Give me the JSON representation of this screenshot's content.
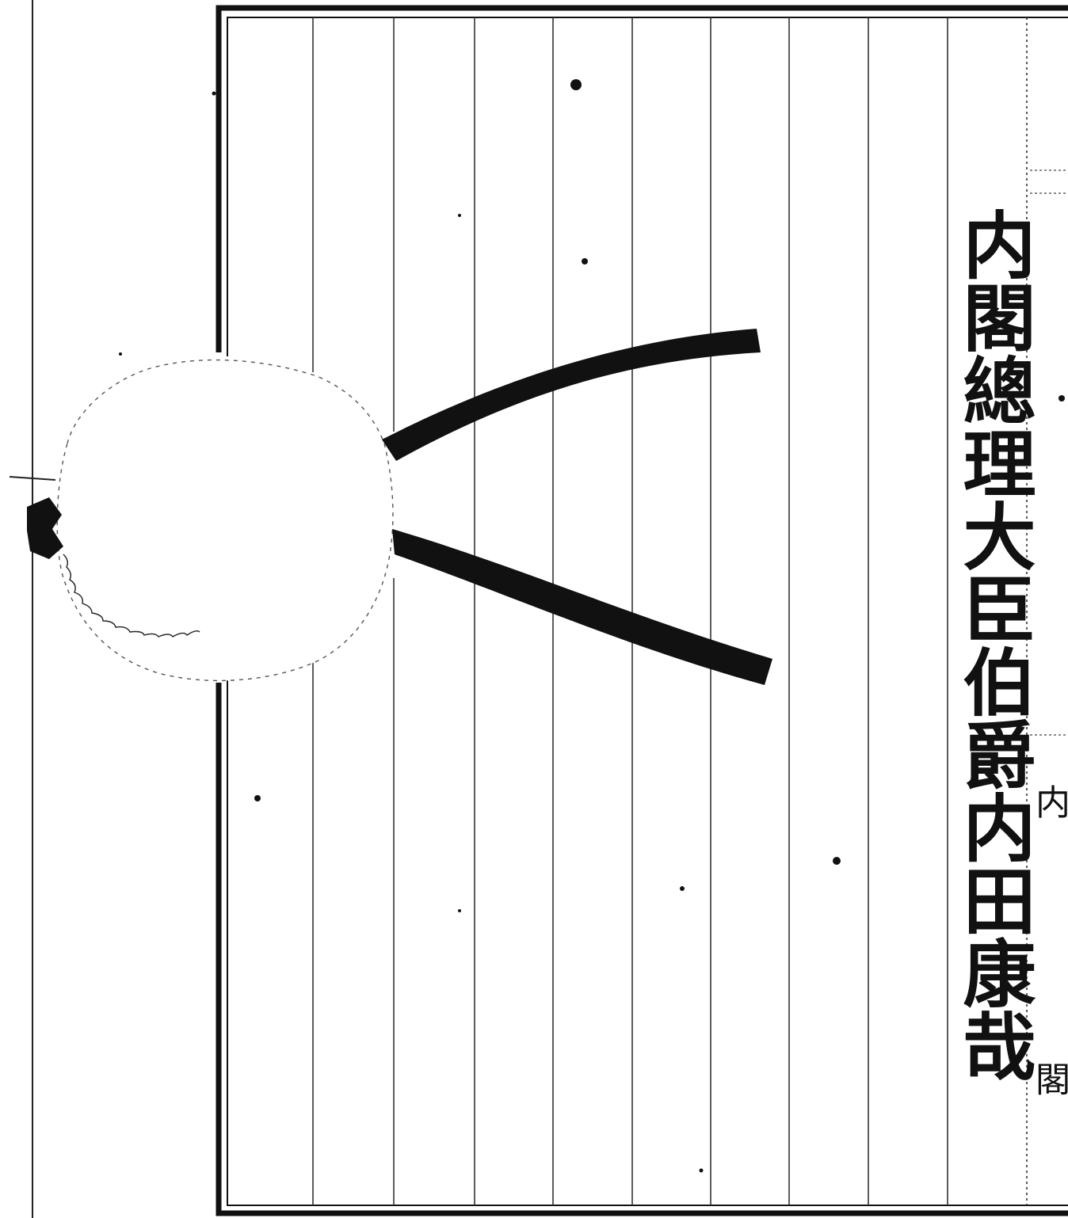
{
  "document": {
    "main_text": "内閣總理大臣伯爵内田康哉",
    "margin_mark_upper": "内",
    "margin_mark_lower": "閣",
    "colors": {
      "paper": "#ffffff",
      "ink": "#111111",
      "rule": "#333333"
    }
  }
}
